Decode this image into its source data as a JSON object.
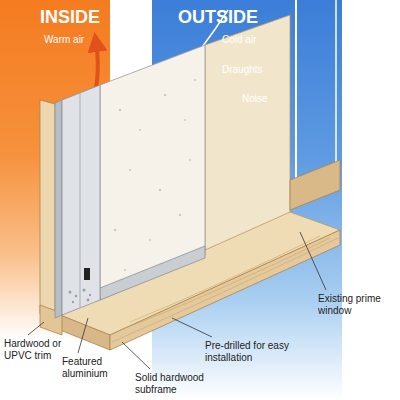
{
  "diagram": {
    "nodes": [
      {
        "text": [
          "INSIDE",
          "Warm air"
        ]
      },
      {
        "text": [
          "OUTSIDE",
          "Cold air",
          "Draughts",
          "Noise"
        ]
      }
    ],
    "labels": [
      "Hardwood or UPVC trim",
      "Featured aluminium",
      "Solid hardwood subframe",
      "Pre-drilled for easy installation",
      "Existing prime window"
    ]
  }
}
